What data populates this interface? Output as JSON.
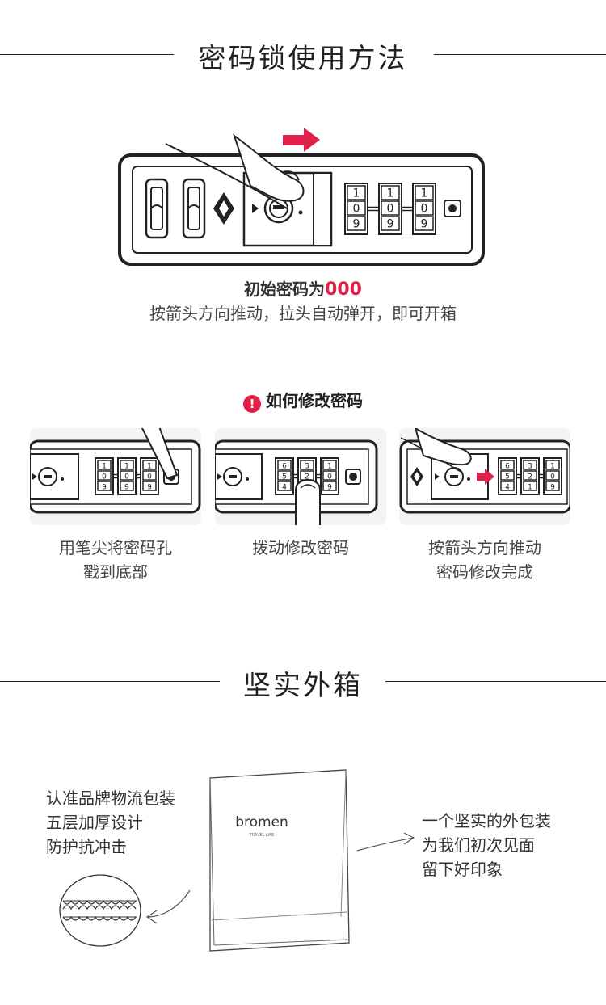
{
  "section1": {
    "title": "密码锁使用方法",
    "lock_digits": [
      [
        "1",
        "0",
        "9"
      ],
      [
        "1",
        "0",
        "9"
      ],
      [
        "1",
        "0",
        "9"
      ]
    ],
    "initial_prefix": "初始密码为",
    "initial_code": "000",
    "instruction": "按箭头方向推动，拉头自动弹开，即可开箱"
  },
  "section2": {
    "heading": "如何修改密码",
    "steps": [
      {
        "caption": "用笔尖将密码孔\n戳到底部",
        "digits": [
          [
            "1",
            "0",
            "9"
          ],
          [
            "1",
            "0",
            "9"
          ],
          [
            "1",
            "0",
            "9"
          ]
        ]
      },
      {
        "caption": "拨动修改密码",
        "digits": [
          [
            "6",
            "5",
            "4"
          ],
          [
            "3",
            "2",
            "1"
          ],
          [
            "1",
            "0",
            "9"
          ]
        ]
      },
      {
        "caption": "按箭头方向推动\n密码修改完成",
        "digits": [
          [
            "6",
            "5",
            "4"
          ],
          [
            "3",
            "2",
            "1"
          ],
          [
            "1",
            "0",
            "9"
          ]
        ]
      }
    ]
  },
  "section3": {
    "title": "坚实外箱",
    "left_text": "认准品牌物流包装\n五层加厚设计\n防护抗冲击",
    "right_text": "一个坚实的外包装\n为我们初次见面\n留下好印象",
    "brand": "bromen",
    "brand_sub": "TRAVEL LIFE"
  },
  "colors": {
    "accent": "#e0224a",
    "line": "#222222"
  }
}
